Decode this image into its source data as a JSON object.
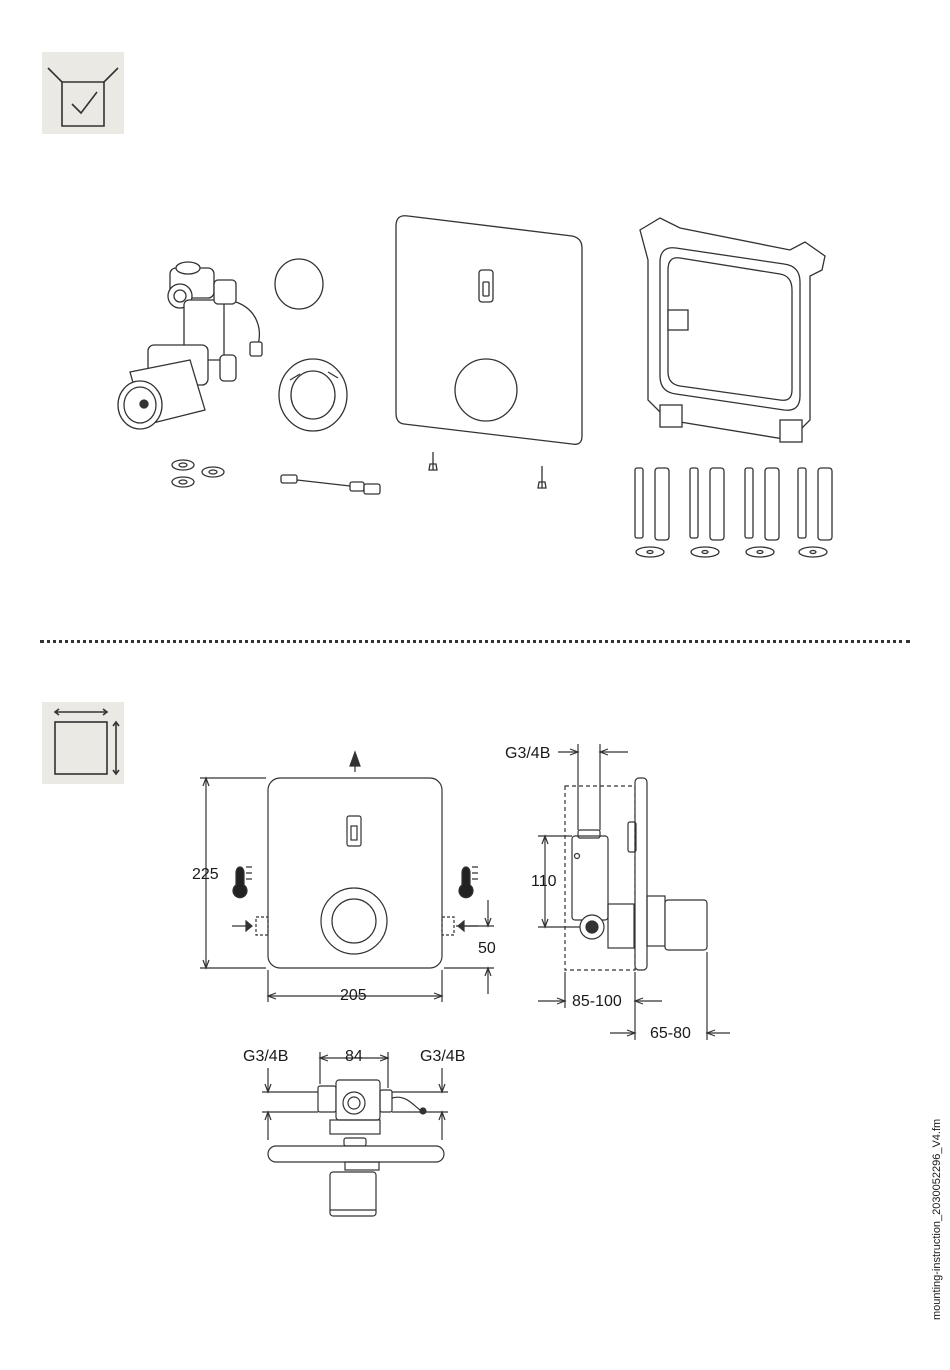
{
  "sections": {
    "scope_of_delivery": {
      "icon": "box-check-icon"
    },
    "dimensions": {
      "icon": "dimensions-icon"
    }
  },
  "dimensions": {
    "height": "225",
    "width": "205",
    "offset": "50",
    "connection_side": "G3/4B",
    "center_distance": "110",
    "depth_range_1": "85-100",
    "depth_range_2": "65-80",
    "connection_left": "G3/4B",
    "connection_right": "G3/4B",
    "connection_spacing": "84"
  },
  "footer": {
    "document_id": "mounting-instruction_2030052296_V4.fm"
  }
}
